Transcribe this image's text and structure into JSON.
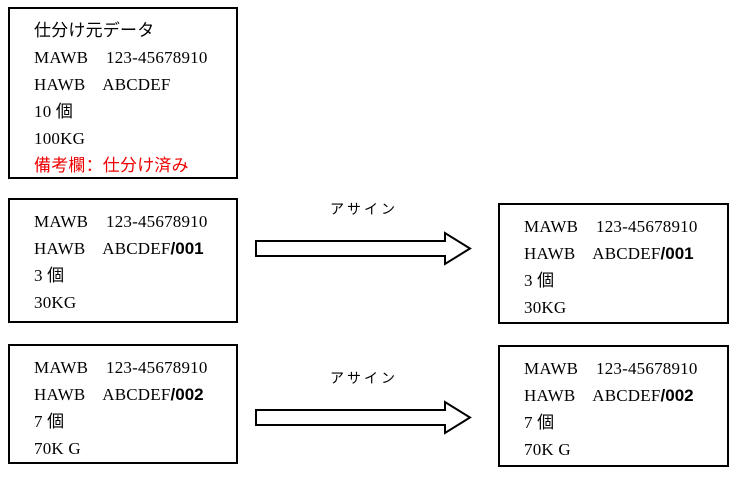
{
  "palette": {
    "background": "#ffffff",
    "border": "#000000",
    "text": "#000000",
    "remark_color": "#ee0000"
  },
  "source_box": {
    "title": "仕分け元データ",
    "mawb": "MAWB    123-45678910",
    "hawb": "HAWB    ABCDEF",
    "pieces": "10 個",
    "weight": "100KG",
    "remark": "備考欄：仕分け済み"
  },
  "row1": {
    "arrow_label": "アサイン",
    "mawb": "MAWB    123-45678910",
    "hawb_prefix": "HAWB    ABCDEF",
    "hawb_suffix": "/001",
    "pieces": "3 個",
    "weight": "30KG"
  },
  "row2": {
    "arrow_label": "アサイン",
    "mawb": "MAWB    123-45678910",
    "hawb_prefix": "HAWB    ABCDEF",
    "hawb_suffix": "/002",
    "pieces": "7 個",
    "weight": "70K G"
  }
}
